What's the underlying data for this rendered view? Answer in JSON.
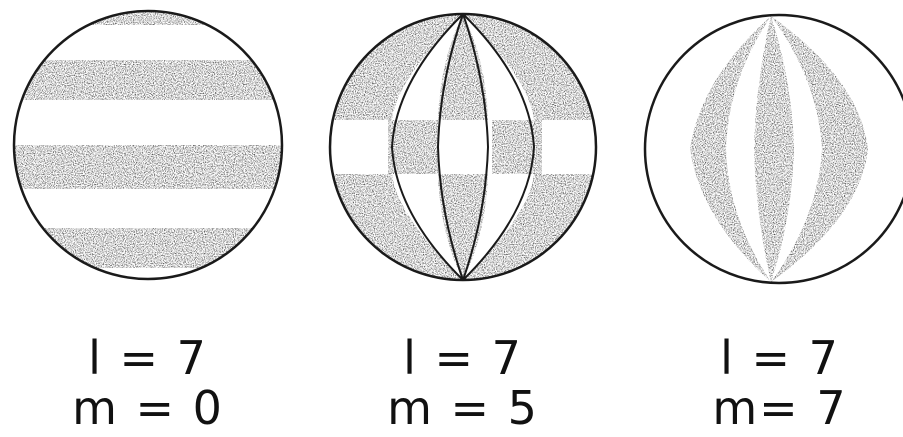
{
  "panels": [
    {
      "id": "m0",
      "l_text": "l = 7",
      "m_text": "m = 0",
      "l": 7,
      "m": 0,
      "pattern": "latitudinal-bands"
    },
    {
      "id": "m5",
      "l_text": "l = 7",
      "m_text": "m = 5",
      "l": 7,
      "m": 5,
      "pattern": "tesseral-checkerboard"
    },
    {
      "id": "m7",
      "l_text": "l = 7",
      "m_text": "m= 7",
      "l": 7,
      "m": 7,
      "pattern": "sectoral-gores"
    }
  ],
  "colors": {
    "ink": "#1a1a1a",
    "paper": "#ffffff"
  }
}
